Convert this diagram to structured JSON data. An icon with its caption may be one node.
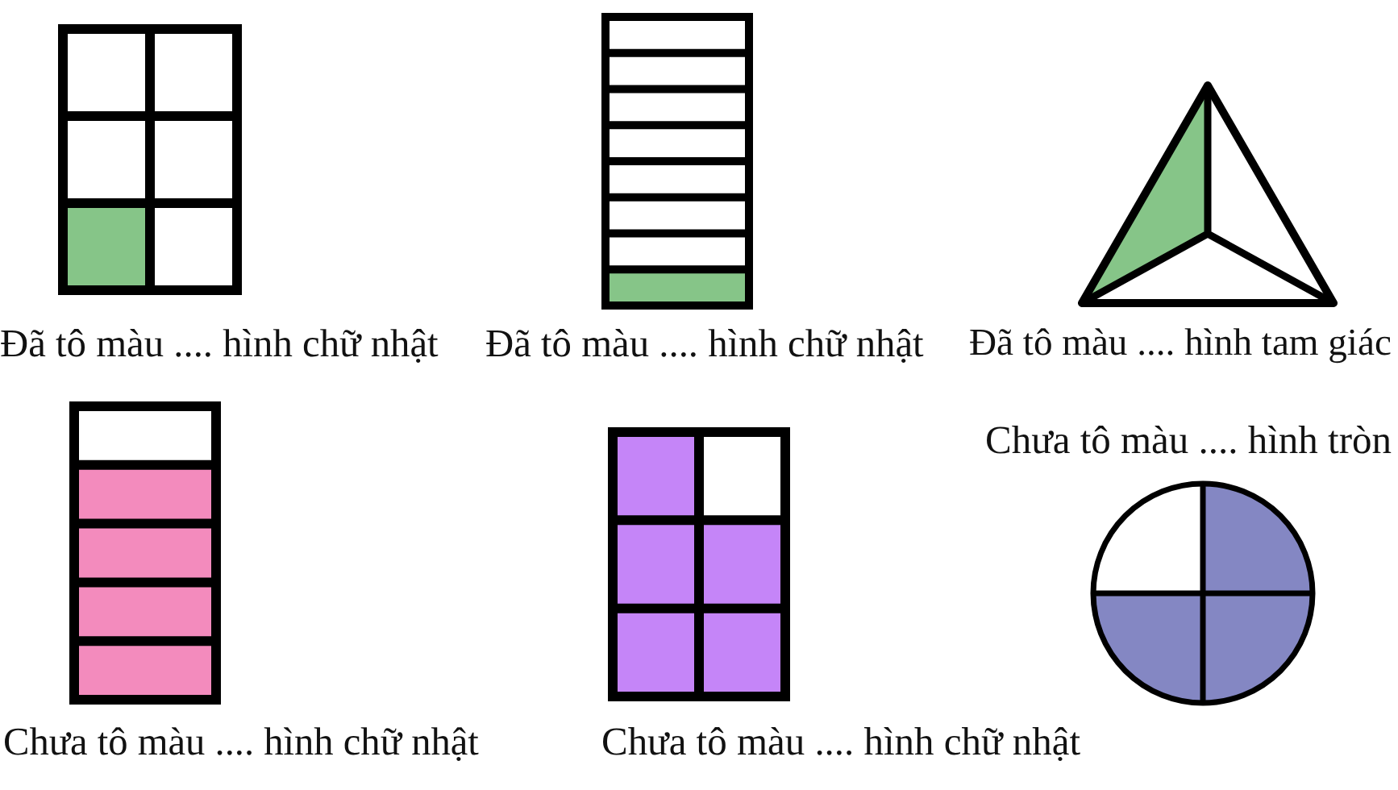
{
  "diagram": {
    "labels": [
      "Đã tô màu .... hình chữ nhật",
      "Đã tô màu .... hình chữ nhật",
      "Đã tô màu .... hình tam giác",
      "Chưa tô màu .... hình tròn",
      "Chưa tô màu .... hình chữ nhật",
      "Chưa tô màu .... hình chữ nhật"
    ]
  }
}
